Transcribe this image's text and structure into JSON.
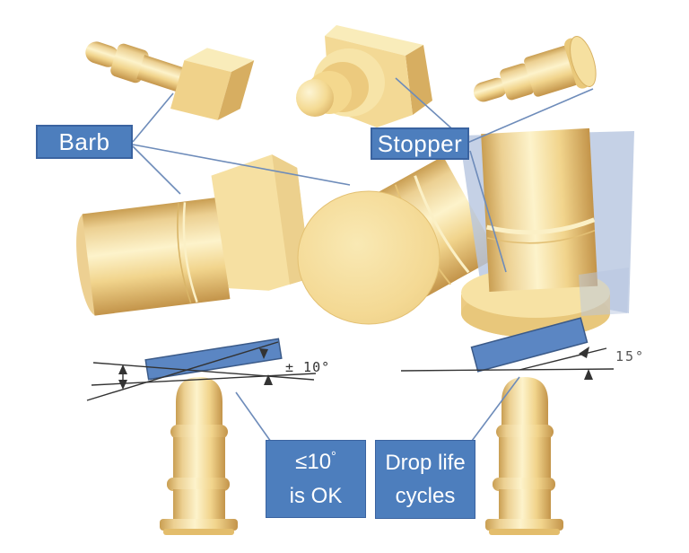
{
  "callouts": {
    "barb": "Barb",
    "stopper": "Stopper"
  },
  "annotations": {
    "left_angle": "± 10°",
    "right_angle": "15°"
  },
  "notes": {
    "tilt_ok": {
      "value": "≤10",
      "degree": "°",
      "line2": "is OK"
    },
    "drop": {
      "line1": "Drop life",
      "line2": "cycles"
    }
  },
  "colors": {
    "label_fill": "#4d7ebd",
    "label_border": "#3a63a0",
    "label_text": "#ffffff",
    "plate_fill": "#5b86c3",
    "plate_border": "#3b5a88",
    "plane_fill": "#b7c6e0",
    "connector": "#6e8cba",
    "dimension": "#333333",
    "gold_base": "#f2d78e",
    "gold_highlight": "#fdf3cb",
    "gold_shadow": "#c99e52"
  }
}
